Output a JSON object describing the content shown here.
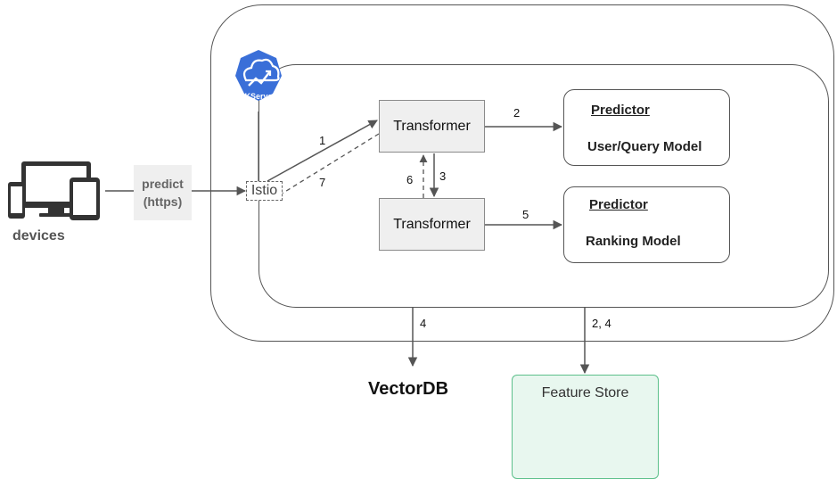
{
  "devices": {
    "label": "devices",
    "icon": "devices-icon"
  },
  "predict_request": {
    "line1": "predict",
    "line2": "(https)"
  },
  "istio": {
    "label": "Istio"
  },
  "kserve": {
    "logo_text": "KServe",
    "color": "#3a6fd8"
  },
  "transformers": [
    {
      "label": "Transformer"
    },
    {
      "label": "Transformer"
    }
  ],
  "predictors": [
    {
      "title": "Predictor",
      "model": "User/Query Model",
      "icon": "tensorflow-icon",
      "icon_color": "#ff8f00"
    },
    {
      "title": "Predictor",
      "model": "Ranking Model",
      "icon": "ranking-graph-icon",
      "icon_color": "#fbc02d"
    }
  ],
  "steps": {
    "s1": "1",
    "s2": "2",
    "s3": "3",
    "s4": "4",
    "s5": "5",
    "s6": "6",
    "s7": "7",
    "s24": "2, 4"
  },
  "vectordb": {
    "label": "VectorDB"
  },
  "feature_store": {
    "label": "Feature Store",
    "color": "#5cc08b",
    "icon": "database-icon"
  }
}
